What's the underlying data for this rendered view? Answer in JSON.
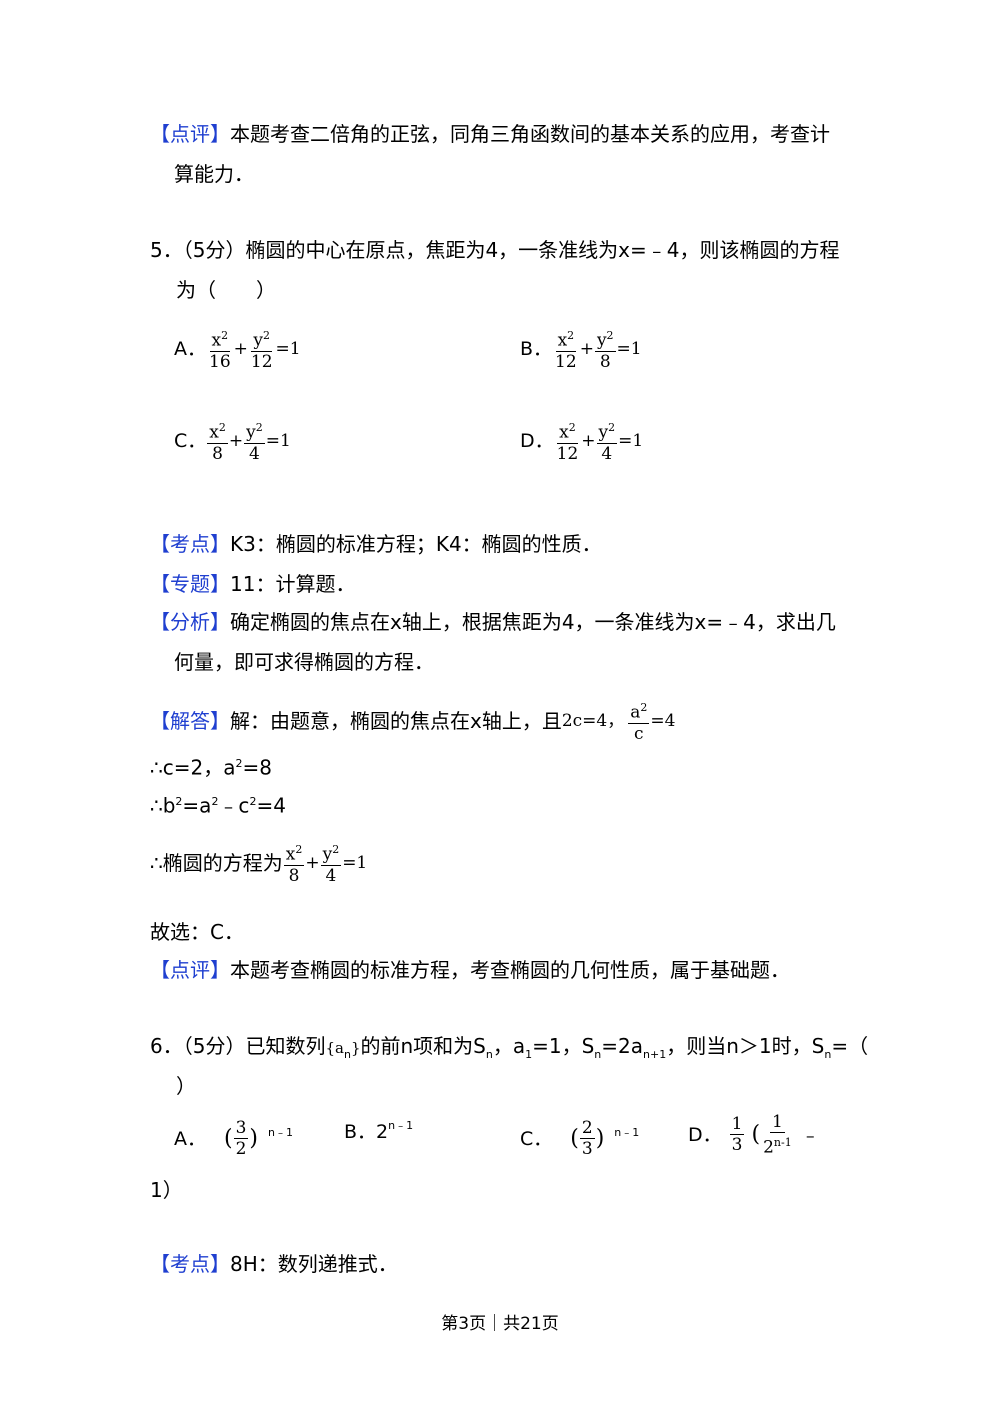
{
  "block_prev_review": {
    "tag": "【点评】",
    "text1": "本题考查二倍角的正弦，同角三角函数间的基本关系的应用，考查计",
    "text2": "算能力．"
  },
  "q5": {
    "stem1": "5．（5分）椭圆的中心在原点，焦距为4，一条准线为x=﹣4，则该椭圆的方程",
    "stem2": "为（　　）",
    "options": [
      {
        "label": "A．",
        "x2": "x",
        "xexp": "2",
        "xden": "16",
        "y2": "y",
        "yexp": "2",
        "yden": "12",
        "rhs": "=1"
      },
      {
        "label": "B．",
        "x2": "x",
        "xexp": "2",
        "xden": "12",
        "y2": "y",
        "yexp": "2",
        "yden": "8",
        "rhs": "=1"
      },
      {
        "label": "C．",
        "x2": "x",
        "xexp": "2",
        "xden": "8",
        "y2": "y",
        "yexp": "2",
        "yden": "4",
        "rhs": "=1"
      },
      {
        "label": "D．",
        "x2": "x",
        "xexp": "2",
        "xden": "12",
        "y2": "y",
        "yexp": "2",
        "yden": "4",
        "rhs": "=1"
      }
    ],
    "kaodian_tag": "【考点】",
    "kaodian": "K3：椭圆的标准方程；K4：椭圆的性质．",
    "zhuanti_tag": "【专题】",
    "zhuanti": "11：计算题．",
    "fenxi_tag": "【分析】",
    "fenxi1": "确定椭圆的焦点在x轴上，根据焦距为4，一条准线为x=﹣4，求出几",
    "fenxi2": "何量，即可求得椭圆的方程．",
    "jieda_tag": "【解答】",
    "jieda_pre": "解：由题意，椭圆的焦点在x轴上，且",
    "jieda_eq1": "2c=4，",
    "jieda_a": "a",
    "jieda_aexp": "2",
    "jieda_c": "c",
    "jieda_rhs": "=4",
    "step1_pre": "∴c=2，a",
    "step1_exp": "2",
    "step1_post": "=8",
    "step2_a": "∴b",
    "step2_e1": "2",
    "step2_b": "=a",
    "step2_e2": "2",
    "step2_c": "﹣c",
    "step2_e3": "2",
    "step2_d": "=4",
    "step3_pre": "∴椭圆的方程为",
    "step3_x": "x",
    "step3_xexp": "2",
    "step3_xden": "8",
    "step3_y": "y",
    "step3_yexp": "2",
    "step3_yden": "4",
    "step3_rhs": "=1",
    "guxuan": "故选：C．",
    "dianping_tag": "【点评】",
    "dianping": "本题考查椭圆的标准方程，考查椭圆的几何性质，属于基础题．"
  },
  "q6": {
    "stem_a": "6．（5分）已知数列",
    "stem_seq": "{a",
    "stem_seq_sub": "n",
    "stem_seq_close": "}",
    "stem_b": "的前n项和为S",
    "stem_b_sub": "n",
    "stem_c": "，a",
    "stem_c_sub": "1",
    "stem_d": "=1，S",
    "stem_d_sub": "n",
    "stem_e": "=2a",
    "stem_e_sub": "n+1",
    "stem_f": "，则当n＞1时，S",
    "stem_f_sub": "n",
    "stem_g": "=（",
    "stem2": "）",
    "optA_label": "A．",
    "optA_num": "3",
    "optA_den": "2",
    "optA_exp": "n﹣1",
    "optB_label": "B．",
    "optB_base": "2",
    "optB_exp": "n﹣1",
    "optC_label": "C．",
    "optC_num": "2",
    "optC_den": "3",
    "optC_exp": "n﹣1",
    "optD_label": "D．",
    "optD_num1": "1",
    "optD_den1": "3",
    "optD_num2": "1",
    "optD_den2": "2",
    "optD_den2exp": "n-1",
    "optD_tail": "﹣",
    "optD_cont": "1）",
    "kaodian_tag": "【考点】",
    "kaodian": "8H：数列递推式．"
  },
  "footer": "第3页｜共21页"
}
